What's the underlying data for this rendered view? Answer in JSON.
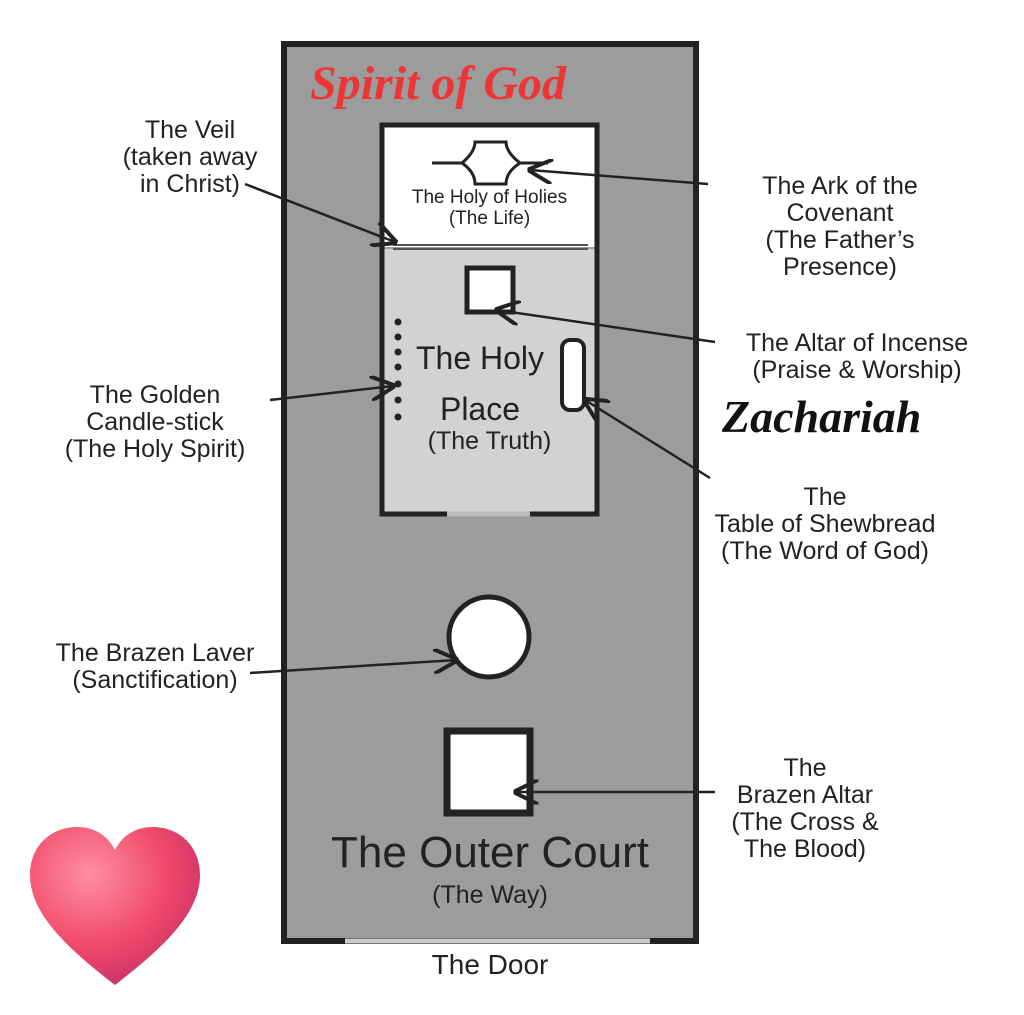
{
  "title": "Spirit of God",
  "watermark": "Zachariah",
  "rooms": {
    "holy_of_holies": {
      "name": "The Holy of Holies",
      "sub": "(The Life)"
    },
    "holy_place": {
      "line1": "The Holy",
      "line2": "Place",
      "sub": "(The Truth)"
    },
    "outer_court": {
      "name": "The Outer Court",
      "sub": "(The Way)"
    },
    "door": "The Door"
  },
  "labels": {
    "veil": [
      "The Veil",
      "(taken away",
      "in Christ)"
    ],
    "ark": [
      "The Ark of the",
      "Covenant",
      "(The Father’s",
      "Presence)"
    ],
    "incense": [
      "The Altar of Incense",
      "(Praise & Worship)"
    ],
    "candlestick": [
      "The Golden",
      "Candle-stick",
      "(The Holy Spirit)"
    ],
    "shewbread": [
      "The",
      "Table of Shewbread",
      "(The Word of God)"
    ],
    "laver": [
      "The Brazen Laver",
      "(Sanctification)"
    ],
    "brazen_altar": [
      "The",
      "Brazen Altar",
      "(The Cross &",
      "The Blood)"
    ]
  },
  "colors": {
    "court": "#9c9c9c",
    "holy_place": "#d2d2d2",
    "title": "#ee3535",
    "heart": "#f04a6a"
  }
}
